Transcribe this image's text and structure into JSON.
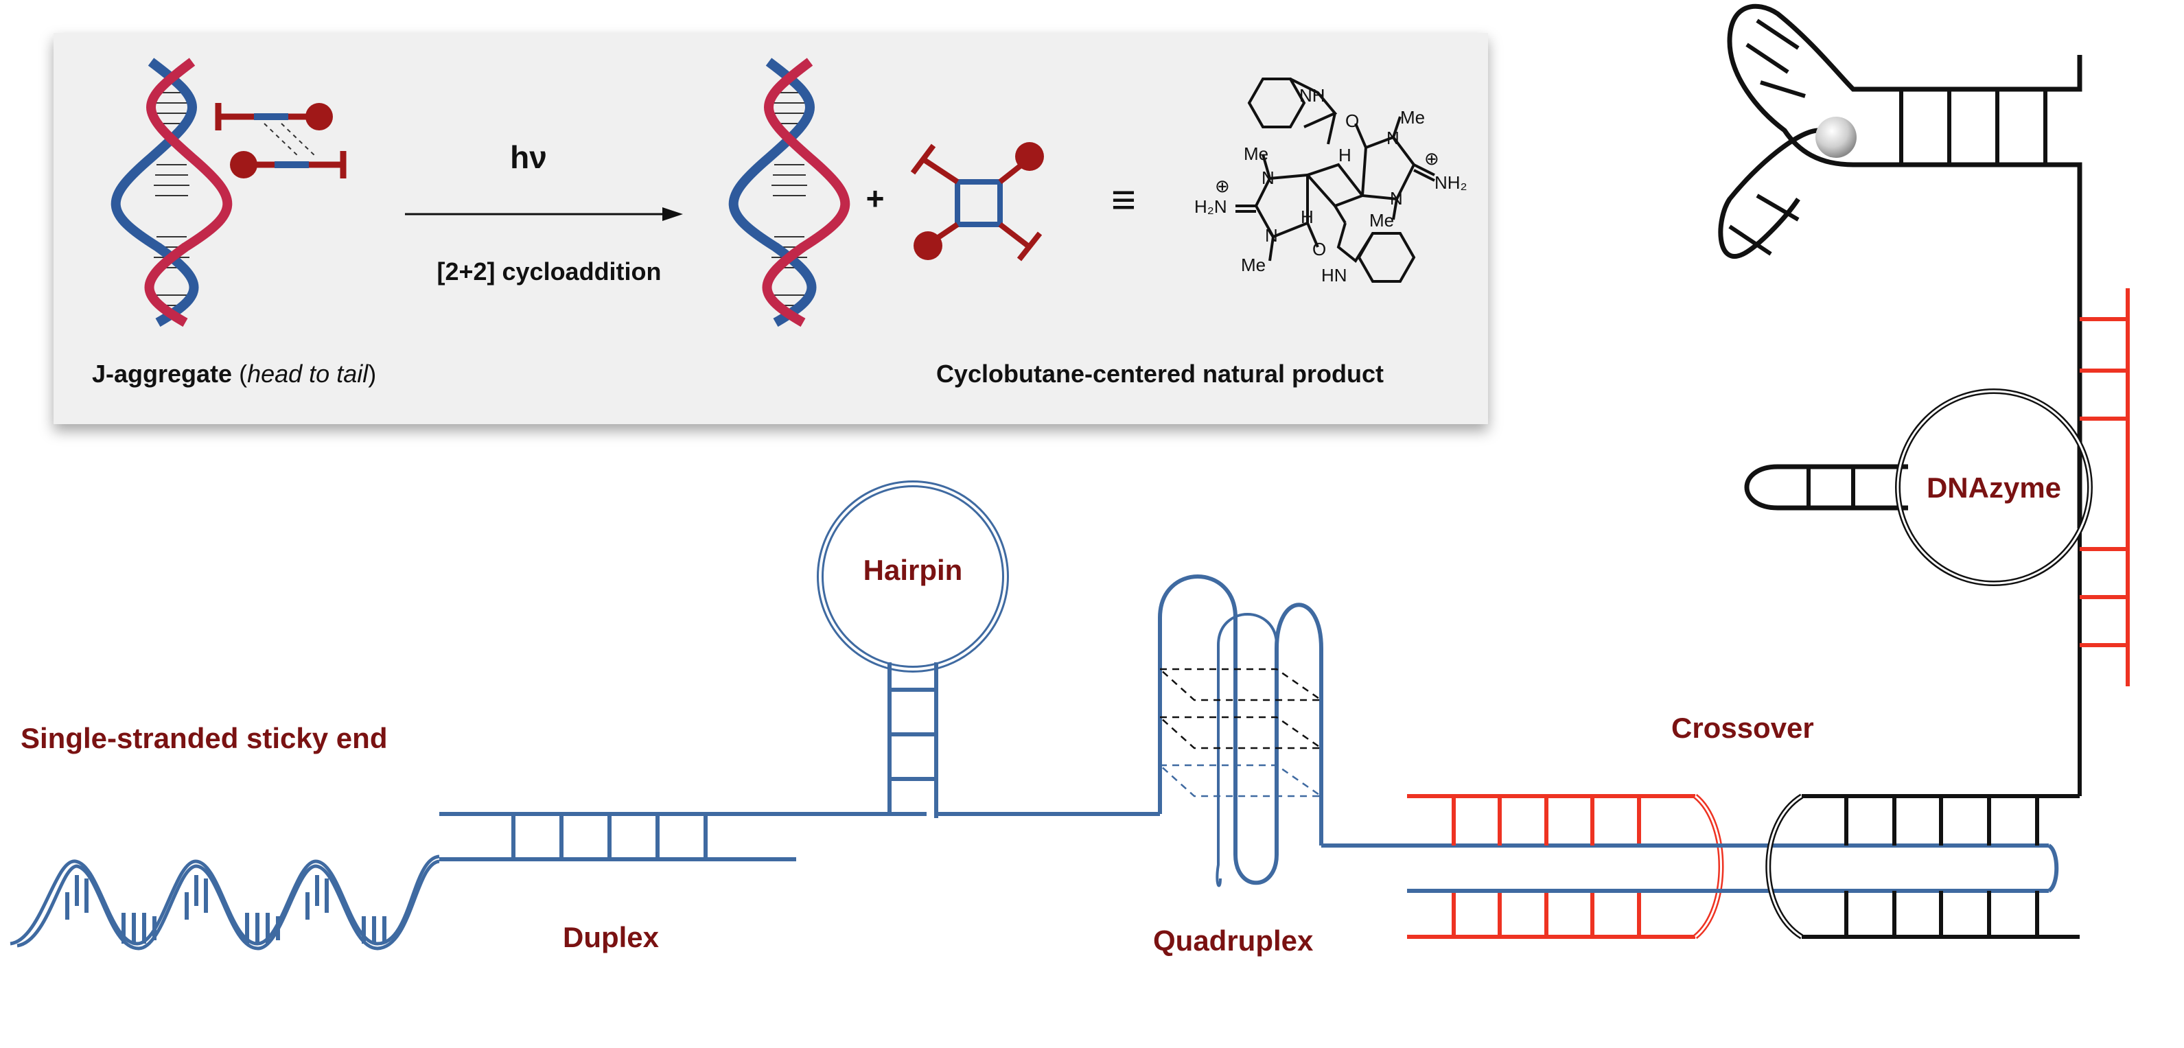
{
  "inset": {
    "left_caption_bold": "J-aggregate",
    "left_caption_open": " (",
    "left_caption_italic": "head to tail",
    "left_caption_close": ")",
    "arrow_top": "hν",
    "arrow_bottom": "[2+2] cycloaddition",
    "plus": "+",
    "equiv": "≡",
    "right_caption": "Cyclobutane-centered natural product",
    "atoms": {
      "nh_top": "NH",
      "me_1": "Me",
      "me_2": "Me",
      "me_3": "Me",
      "me_4": "Me",
      "n_1": "N",
      "n_2": "N",
      "n_3": "N",
      "n_4": "N",
      "o_1": "O",
      "o_2": "O",
      "h_1": "H",
      "h_2": "H",
      "h2n": "H₂N",
      "nh2": "NH₂",
      "hn": "HN",
      "plus_charge": "⊕"
    }
  },
  "labels": {
    "sticky_end": "Single-stranded sticky end",
    "duplex": "Duplex",
    "hairpin": "Hairpin",
    "quadruplex": "Quadruplex",
    "crossover": "Crossover",
    "dnazyme": "DNAzyme"
  },
  "colors": {
    "blue_strand": "#3f6aa1",
    "red_strand": "#ee3322",
    "dark_red_label": "#7a1212",
    "black_strand": "#111111",
    "inset_bg": "#f0f0f0",
    "helix_red": "#c2284a",
    "helix_blue": "#2e5a9c",
    "molecule_red": "#a01818"
  }
}
